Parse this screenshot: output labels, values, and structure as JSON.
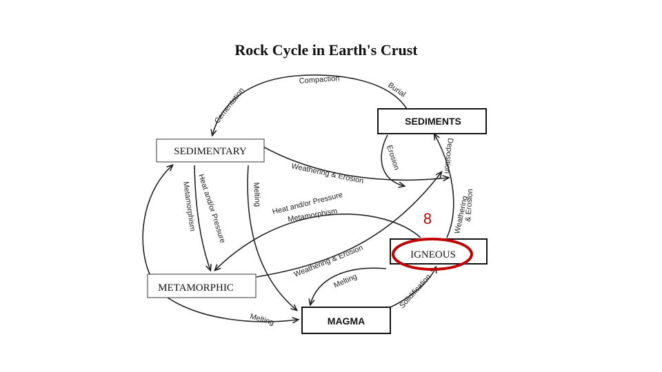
{
  "title": "Rock Cycle in Earth's Crust",
  "boxes": {
    "sediments": "SEDIMENTS",
    "sedimentary": "SEDIMENTARY",
    "igneous": "IGNEOUS",
    "metamorphic": "METAMORPHIC",
    "magma": "MAGMA"
  },
  "processes": {
    "cementation": "Cementation",
    "compaction": "Compaction",
    "burial": "Burial",
    "erosion": "Erosion",
    "deposition": "Deposition",
    "weathering_erosion_top": "Weathering & Erosion",
    "heat_pressure_left": "Heat and/or Pressure",
    "metamorphism_left": "Metamorphism",
    "melting_left": "Melting",
    "heat_pressure_mid": "Heat and/or Pressure",
    "metamorphism_mid": "Metamorphism",
    "weathering_right": "Weathering",
    "and_erosion_right": "& Erosion",
    "weathering_erosion_mid": "Weathering & Erosion",
    "melting_mid": "Melting",
    "solidification": "Solidification",
    "melting_bottom": "Melting"
  },
  "annotation": {
    "number": "8",
    "color": "#c00000"
  }
}
